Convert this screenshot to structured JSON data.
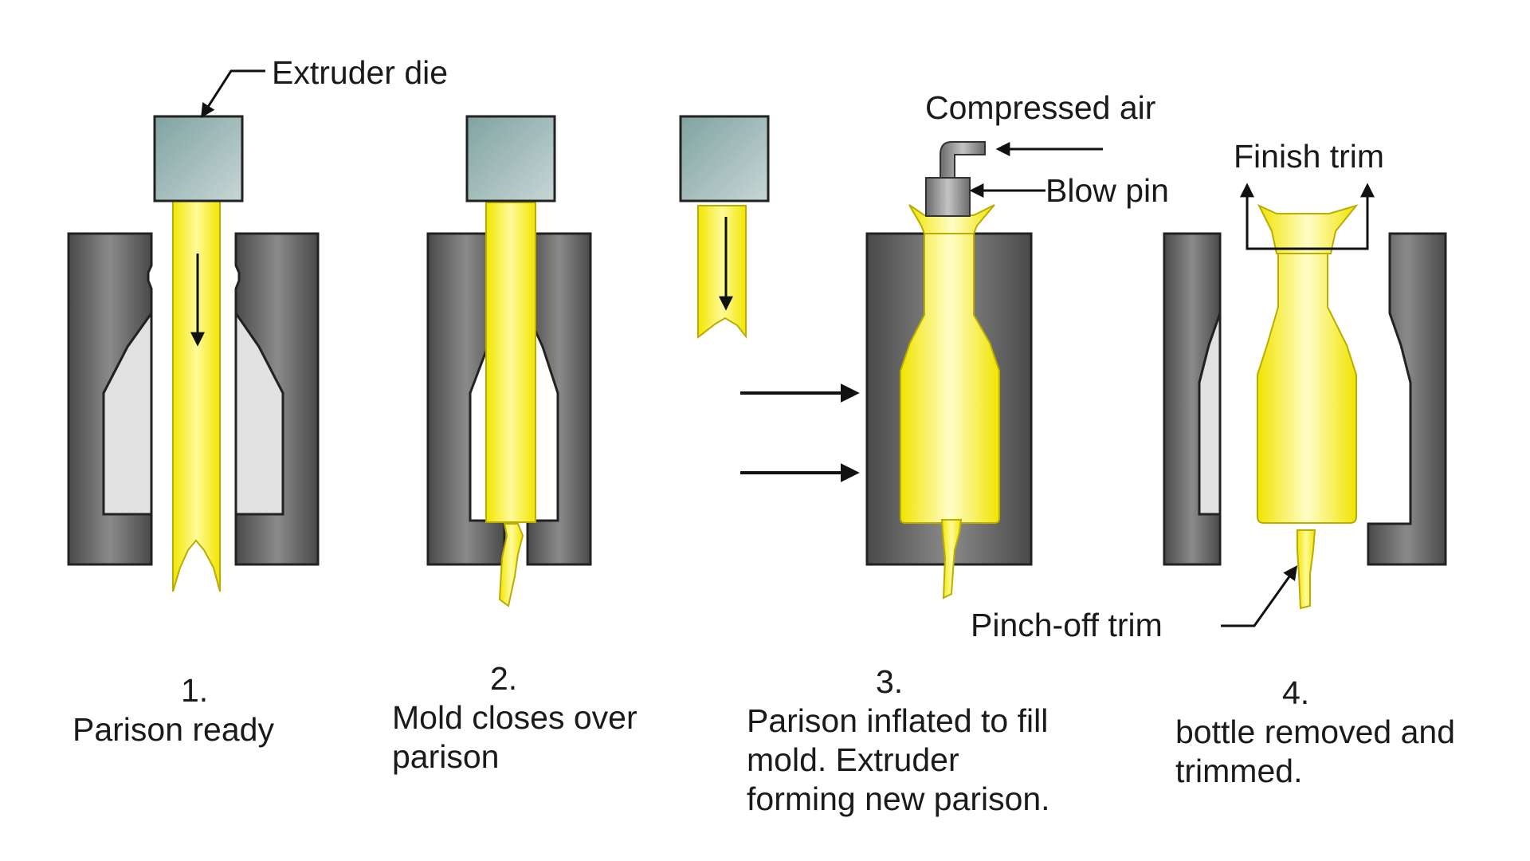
{
  "labels": {
    "extruder_die": "Extruder die",
    "compressed_air": "Compressed air",
    "blow_pin": "Blow pin",
    "finish_trim": "Finish trim",
    "pinch_off_trim": "Pinch-off trim"
  },
  "steps": [
    {
      "number": "1.",
      "lines": [
        "Parison ready"
      ]
    },
    {
      "number": "2.",
      "lines": [
        "Mold closes over",
        "parison"
      ]
    },
    {
      "number": "3.",
      "lines": [
        "Parison inflated to fill",
        "mold. Extruder",
        "forming new parison."
      ]
    },
    {
      "number": "4.",
      "lines": [
        "bottle removed and",
        "trimmed."
      ]
    }
  ]
}
